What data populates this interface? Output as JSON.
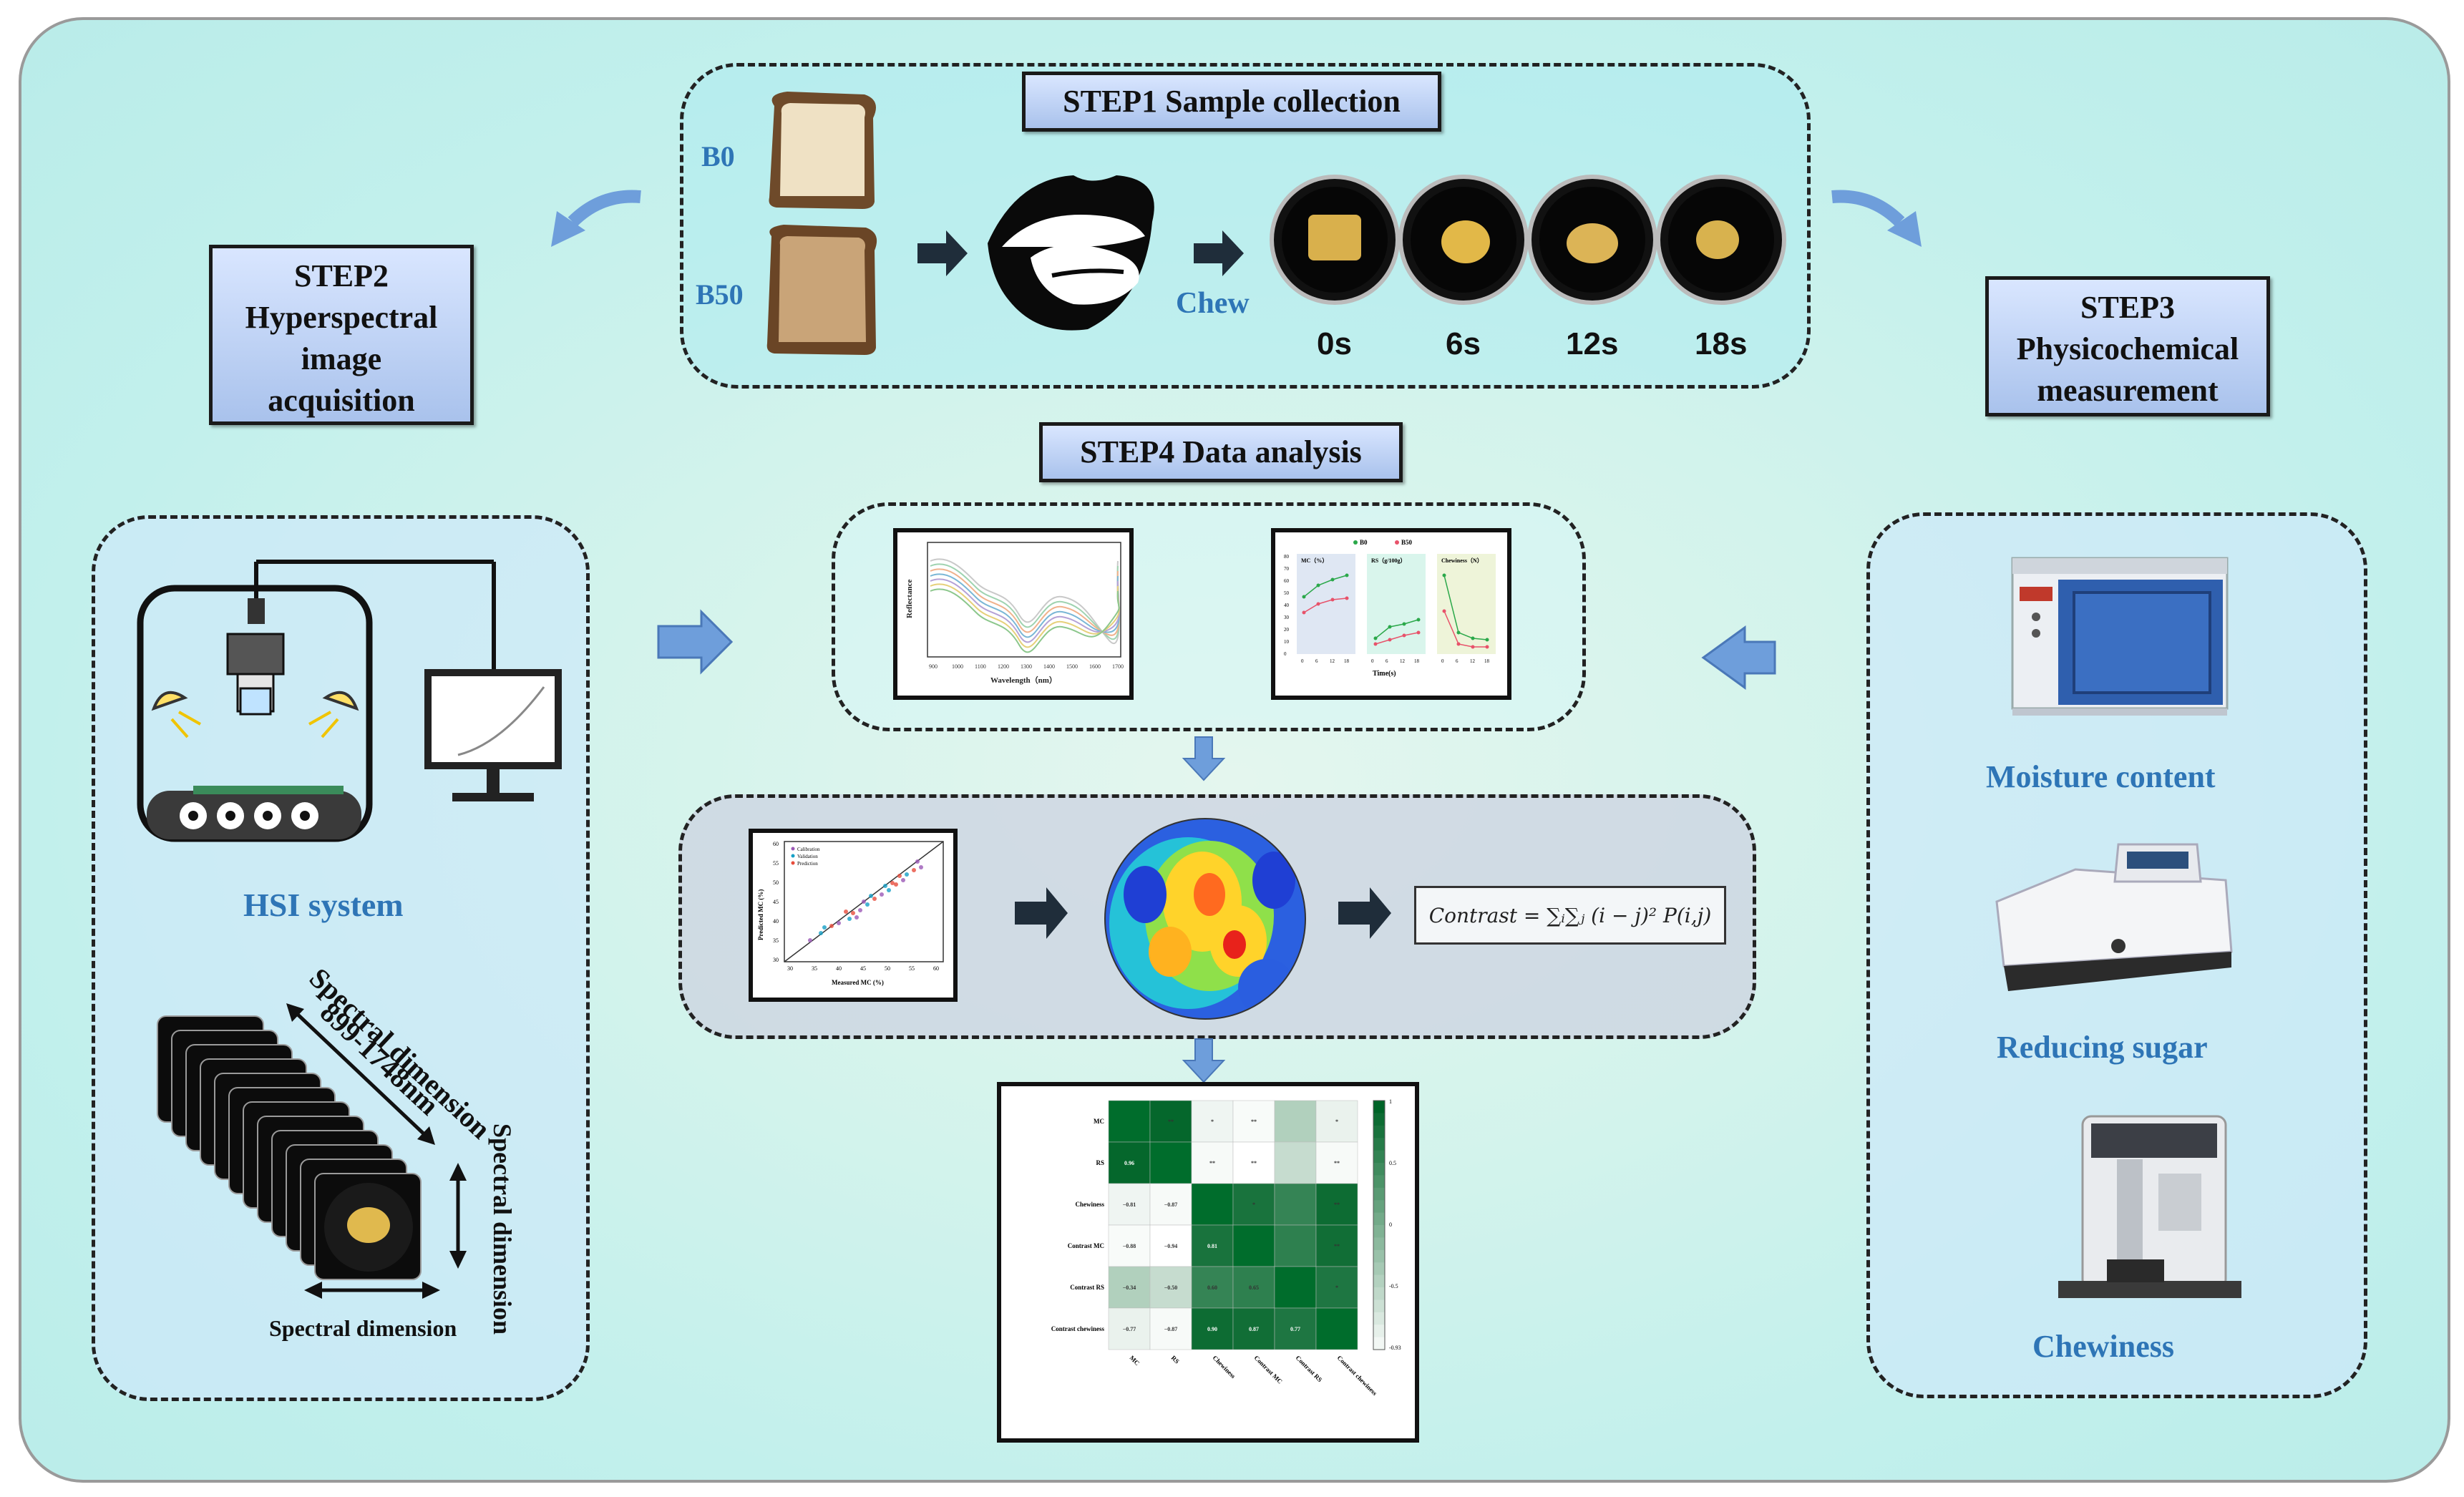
{
  "step1": {
    "title": "STEP1  Sample collection",
    "b0": "B0",
    "b50": "B50",
    "chew": "Chew",
    "times": [
      "0s",
      "6s",
      "12s",
      "18s"
    ]
  },
  "step2": {
    "line1": "STEP2",
    "line2": "Hyperspectral",
    "line3": "image",
    "line4": "acquisition"
  },
  "step3": {
    "line1": "STEP3",
    "line2": "Physicochemical",
    "line3": "measurement"
  },
  "step4": {
    "title": "STEP4  Data analysis"
  },
  "hsi": {
    "label": "HSI system",
    "cube_diag": "Spectral dimension",
    "cube_range": "899-1748nm",
    "cube_vert": "Spectral dimension",
    "cube_bottom": "Spectral dimension"
  },
  "measurements": {
    "moisture": "Moisture content",
    "sugar": "Reducing sugar",
    "chewiness": "Chewiness"
  },
  "spectra_plot": {
    "ylabel": "Reflectance",
    "xlabel": "Wavelength（nm）",
    "xticks": [
      "900",
      "1000",
      "1100",
      "1200",
      "1300",
      "1400",
      "1500",
      "1600",
      "1700"
    ]
  },
  "time_plot": {
    "legend": [
      "B0",
      "B50"
    ],
    "panels": [
      "MC（%）",
      "RS（g/100g）",
      "Chewiness（N）"
    ],
    "xlabel": "Time(s)",
    "xticks": [
      "0",
      "6",
      "12",
      "18"
    ],
    "yticks": [
      "0",
      "10",
      "20",
      "30",
      "40",
      "50",
      "60",
      "70",
      "80"
    ]
  },
  "scatter_plot": {
    "xlabel": "Measured MC (%)",
    "ylabel": "Predicted MC (%)",
    "legend": [
      "Calibration",
      "Validation",
      "Prediction"
    ],
    "xticks": [
      "30",
      "35",
      "40",
      "45",
      "50",
      "55",
      "60"
    ],
    "yticks": [
      "30",
      "35",
      "40",
      "45",
      "50",
      "55",
      "60"
    ]
  },
  "formula": {
    "text": "Contrast = ∑ᵢ∑ⱼ (i − j)² P(i,j)"
  },
  "heatmap": {
    "rows": [
      "MC",
      "RS",
      "Chewiness",
      "Contrast MC",
      "Contrast RS",
      "Contrast chewiness"
    ],
    "lower": [
      [
        "",
        "",
        "",
        "",
        "",
        ""
      ],
      [
        "0.96",
        "",
        "",
        "",
        "",
        ""
      ],
      [
        "−0.81",
        "−0.87",
        "",
        "",
        "",
        ""
      ],
      [
        "−0.88",
        "−0.94",
        "0.81",
        "",
        "",
        ""
      ],
      [
        "−0.34",
        "−0.50",
        "0.60",
        "0.65",
        "",
        ""
      ],
      [
        "−0.77",
        "−0.87",
        "0.90",
        "0.87",
        "0.77",
        ""
      ]
    ],
    "upper_marks": [
      [
        "",
        "**",
        "*",
        "**",
        "",
        "*"
      ],
      [
        "",
        "",
        "**",
        "**",
        "",
        "**"
      ],
      [
        "",
        "",
        "",
        "*",
        "",
        "**"
      ],
      [
        "",
        "",
        "",
        "",
        "",
        "**"
      ],
      [
        "",
        "",
        "",
        "",
        "",
        "*"
      ],
      [
        "",
        "",
        "",
        "",
        "",
        ""
      ]
    ],
    "colorbar_ticks": [
      "1",
      "0.5",
      "0",
      "-0.5",
      "-0.93"
    ]
  }
}
